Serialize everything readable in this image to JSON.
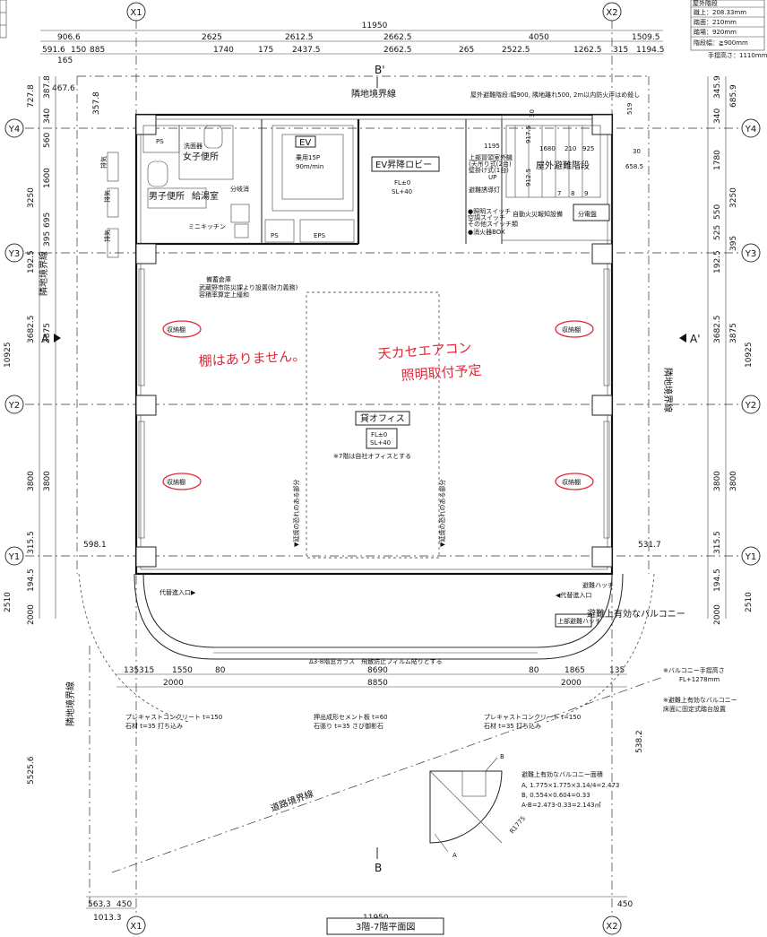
{
  "grid": {
    "x1": "X1",
    "x2": "X2",
    "y1": "Y1",
    "y2": "Y2",
    "y3": "Y3",
    "y4": "Y4"
  },
  "legend": {
    "title": "屋外階段",
    "rows": [
      "蹴上：208.33mm",
      "踏面：210mm",
      "踏場：920mm",
      "階段幅：≧900mm"
    ],
    "handrail": "手摺高さ：1110mm"
  },
  "dims_top": {
    "total": "11950",
    "row2": [
      "906.6",
      "2625",
      "2612.5",
      "2662.5",
      "4050",
      "1509.5"
    ],
    "row3": [
      "591.6",
      "150",
      "885",
      "1740",
      "175",
      "2437.5",
      "2662.5",
      "265",
      "2522.5",
      "1262.5",
      "315",
      "1194.5"
    ],
    "extra": [
      "165",
      "467.6",
      "357.8"
    ]
  },
  "dims_left": [
    "387.8",
    "727.8",
    "340",
    "560",
    "1600",
    "3250",
    "695",
    "395",
    "192.5",
    "3682.5",
    "10925",
    "3800",
    "3800",
    "315.5",
    "2510",
    "194.5",
    "2000",
    "5525.6"
  ],
  "dims_right": [
    "345.9",
    "685.9",
    "340",
    "1780",
    "3250",
    "550",
    "525",
    "395",
    "192.5",
    "3682.5",
    "3875",
    "10925",
    "3800",
    "3800",
    "315.5",
    "2510",
    "194.5",
    "2000"
  ],
  "left_other": [
    "3875",
    "598.1",
    "563.3",
    "450",
    "1013.3"
  ],
  "right_other": [
    "531.7",
    "538.2",
    "450"
  ],
  "dims_bottom": {
    "row1": [
      "135",
      "315",
      "1550",
      "80",
      "8690",
      "80",
      "1865",
      "135"
    ],
    "row2": [
      "2000",
      "8850",
      "2000"
    ],
    "total": "11950"
  },
  "labels": {
    "boundary_top": "隣地境界線",
    "boundary_left": "隣地境界線",
    "boundary_right": "隣地境界線",
    "boundary_bl": "隣地境界線",
    "road_boundary": "道路境界線",
    "outdoor_stair_note": "屋外避難階段:幅900, 隣地離れ500, 2m以内防火戸はめ殺し",
    "ps1": "PS",
    "sink": "洗面器",
    "womens": "女子便所",
    "mens": "男子便所",
    "kettle": "給湯室",
    "fire_hose": "分岐消",
    "kitchenette": "ミニキッチン",
    "exh1": "排気",
    "exh2": "排気",
    "exh3": "排気",
    "ev": "EV",
    "ev_spec1": "乗用15P",
    "ev_spec2": "90m/min",
    "ps2": "PS",
    "eps": "EPS",
    "ev_lobby": "EV昇降ロビー",
    "lobby_fl": "FL±0",
    "lobby_sl": "SL+40",
    "up": "UP",
    "stair_label": "屋外避難階段",
    "panel": "分電盤",
    "stair_notes": [
      "上部冒頭室外機",
      "(天吊り式(2台)",
      "壁掛け式(1台)",
      "避難誘導灯"
    ],
    "switch_notes": [
      "●照明スイッチ",
      "空調スイッチ",
      "その他スイッチ類",
      "●消火器BOX"
    ],
    "auto_fire": "自動火災報知設備",
    "stair_dims": [
      "1195",
      "1680",
      "210",
      "925",
      "30",
      "658.5",
      "519",
      "30",
      "917.5",
      "912.5",
      "7",
      "8",
      "9"
    ],
    "storage": "備蓄倉庫",
    "storage_note1": "武蔵野市防災課より設置(財力義務)",
    "storage_note2": "容積率算定上緩和",
    "shelf1": "収納棚",
    "shelf2": "収納棚",
    "shelf3": "収納棚",
    "shelf4": "収納棚",
    "office": "貸オフィス",
    "office_fl": "FL±0",
    "office_sl": "SL+40",
    "office_note": "※7階は自社オフィスとする",
    "fire_spread_l": "▼延焼の恐れのある部分",
    "fire_spread_r": "▼延焼の恐れのある部分",
    "alt_entry_l": "代替進入口▶",
    "alt_entry_r": "◀代替進入口",
    "evac_hatch": "避難ハッチ",
    "evac_hatch2": "上部避難ハッチ",
    "balcony": "避難上有効なバルコニー",
    "glass_note": "Δ3-8階窓ガラス　飛散防止フィルム貼りとする",
    "balcony_hr1": "※バルコニー手摺高さ",
    "balcony_hr2": "FL+1278mm",
    "balcony_note1": "※避難上有効なバルコニー",
    "balcony_note2": "床面に固定式踏台設置",
    "precast_l1": "プレキャストコンクリート t=150",
    "precast_l2": "石材 t=35 打ち込み",
    "cement1": "押出成形セメント板 t=60",
    "cement2": "石張り t=35 さび御影石",
    "precast_r1": "プレキャストコンクリート t=150",
    "precast_r2": "石材 t=35 打ち込み",
    "area_title": "避難上有効なバルコニー面積",
    "area_lines": [
      "A, 1.775×1.775×3.14/4=2.473",
      "B, 0.554×0.604=0.33",
      "A-B=2.473-0.33=2.143㎡"
    ],
    "r1775": "R1775",
    "mark_a": "A",
    "mark_b": "B",
    "sec_bp": "B'",
    "sec_b": "B",
    "sec_a": "A",
    "sec_ap": "A'"
  },
  "handwriting": {
    "left": "棚はありません。",
    "right1": "天カセエアコン",
    "right2": "照明取付予定"
  },
  "title": "3階-7階平面図"
}
